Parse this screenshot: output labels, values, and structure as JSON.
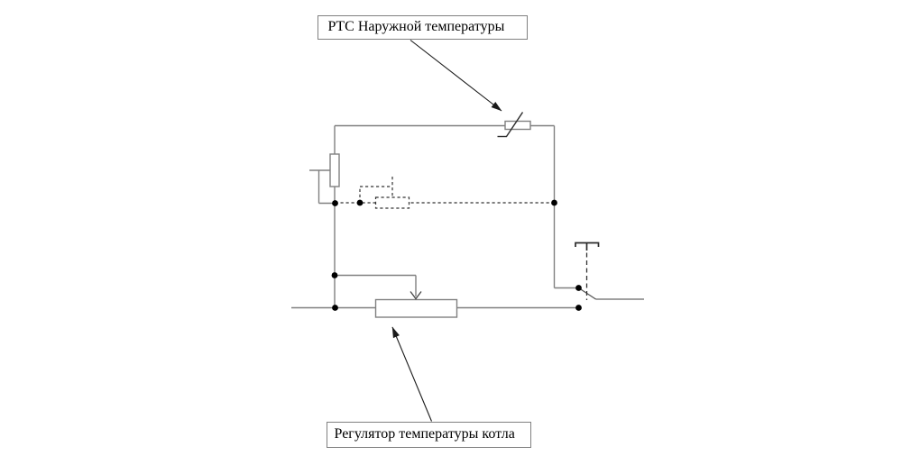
{
  "labels": {
    "outdoor_sensor": "PTC Наружной температуры",
    "boiler_regulator": "Регулятор температуры котла"
  },
  "icons": {
    "ptc_thermistor": "rect-with-diagonal-strike",
    "resistor": "vertical-rect",
    "potentiometer": "horizontal-rect-with-down-arrow-wiper",
    "changeover_contact": "dot-blade-dot-switch",
    "actuator": "bracket-with-stem-and-dashed-link",
    "mechanical_link": "dashed-line-with-dashed-box",
    "junction": "filled-dot"
  },
  "colors": {
    "background": "#ffffff",
    "wire": "#808080",
    "component_outline": "#808080",
    "ink": "#2b2b2b",
    "dashed_link": "#333333",
    "junction_dot": "#000000",
    "arrow": "#1a1a1a",
    "label_border": "#808080",
    "label_text": "#000000"
  }
}
